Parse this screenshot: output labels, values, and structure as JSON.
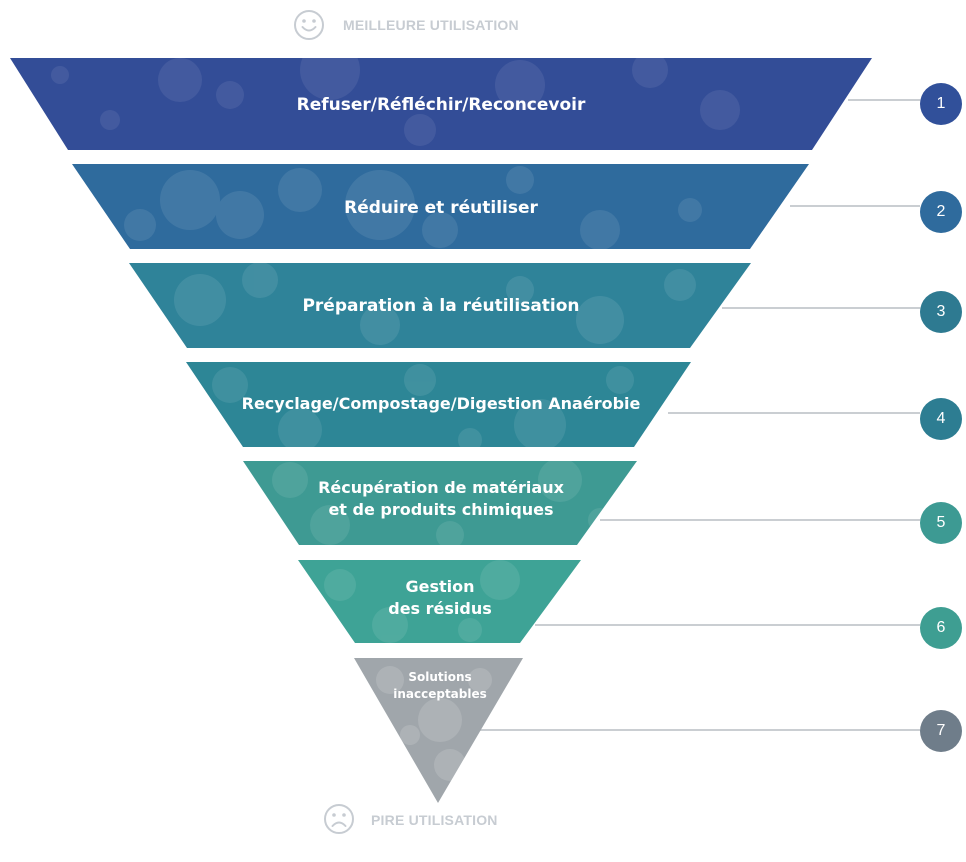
{
  "top_caption": "MEILLEURE UTILISATION",
  "bottom_caption": "PIRE UTILISATION",
  "tiers": [
    {
      "label": "Refuser/Réfléchir/Reconcevoir",
      "number": "1",
      "color": "#334d97",
      "badge_color": "#31509a"
    },
    {
      "label": "Réduire et réutiliser",
      "number": "2",
      "color": "#2f6b9d",
      "badge_color": "#2f6b9d"
    },
    {
      "label": "Préparation à la réutilisation",
      "number": "3",
      "color": "#2f8399",
      "badge_color": "#2e7a91"
    },
    {
      "label": "Recyclage/Compostage/Digestion Anaérobie",
      "number": "4",
      "color": "#2d8696",
      "badge_color": "#2d7d92"
    },
    {
      "label_lines": [
        "Récupération de matériaux",
        "et de produits chimiques"
      ],
      "number": "5",
      "color": "#3e9a93",
      "badge_color": "#3d9a93"
    },
    {
      "label_lines": [
        "Gestion",
        "des résidus"
      ],
      "number": "6",
      "color": "#3ea396",
      "badge_color": "#3e9e92"
    },
    {
      "label_lines": [
        "Solutions",
        "inacceptables"
      ],
      "number": "7",
      "color": "#a0a6ab",
      "badge_color": "#6f7d8a"
    }
  ]
}
